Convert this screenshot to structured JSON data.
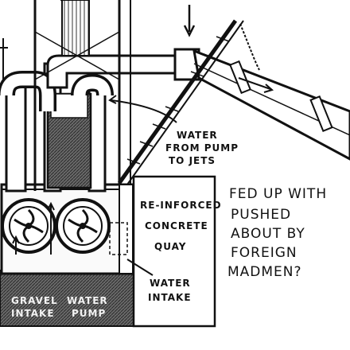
{
  "labels": {
    "water_from_pump_line1": "WATER",
    "water_from_pump_line2": "FROM PUMP",
    "water_from_pump_line3": "TO JETS",
    "quay_line1": "RE-INFORCED",
    "quay_line2": "CONCRETE",
    "quay_line3": "QUAY",
    "water_intake_line1": "WATER",
    "water_intake_line2": "INTAKE",
    "gravel_intake_line1": "GRAVEL",
    "gravel_intake_line2": "INTAKE",
    "water_pump_line1": "WATER",
    "water_pump_line2": "PUMP"
  },
  "caption": {
    "line1": "FED UP WITH",
    "line2": "PUSHED",
    "line3": "ABOUT BY",
    "line4": "FOREIGN",
    "line5": "MADMEN?"
  },
  "colors": {
    "ink": "#111111",
    "paper": "#ffffff",
    "shade": "#555555"
  }
}
